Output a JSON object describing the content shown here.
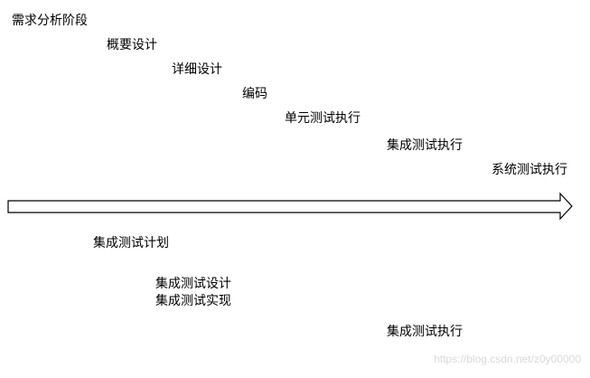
{
  "top_phases": [
    "需求分析阶段",
    "概要设计",
    "详细设计",
    "编码",
    "单元测试执行",
    "集成测试执行",
    "系统测试执行"
  ],
  "bottom_activities": [
    "集成测试计划",
    "集成测试设计",
    "集成测试实现",
    "集成测试执行"
  ],
  "watermark": "https://blog.csdn.net/z0y00000"
}
